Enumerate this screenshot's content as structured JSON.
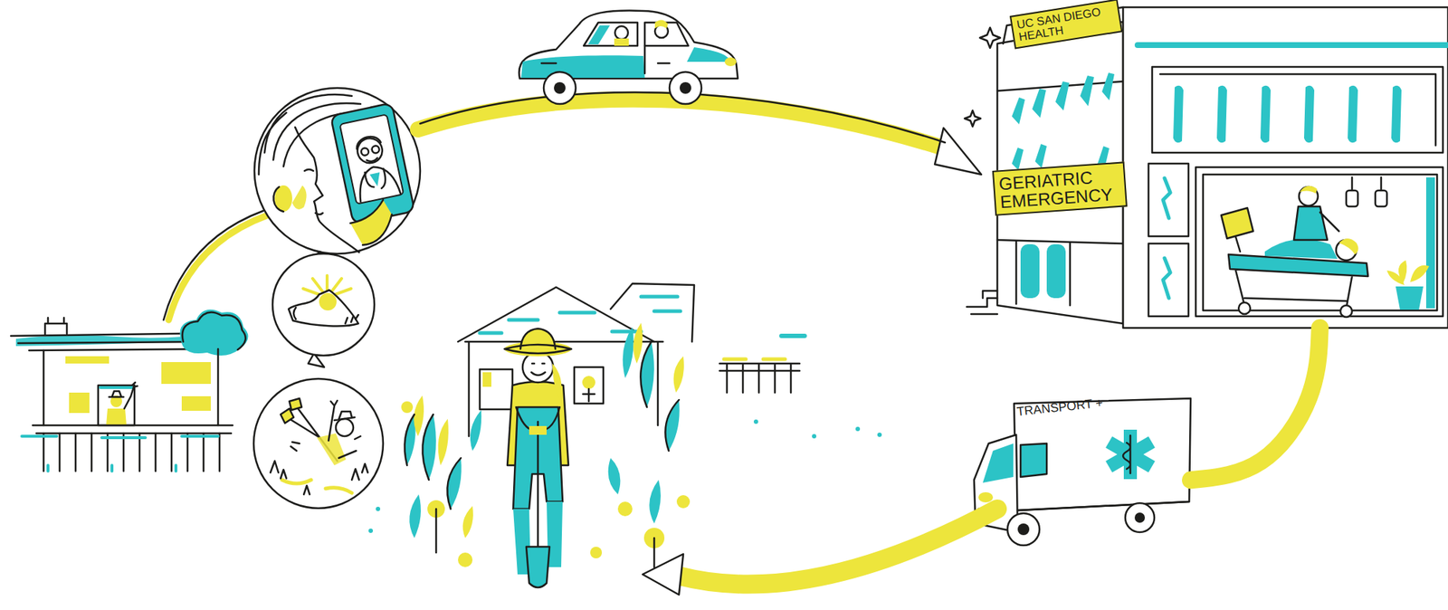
{
  "diagram": {
    "nodes": [
      {
        "text": [
          "UC SAN DIEGO HEALTH",
          "GERIATRIC EMERGENCY"
        ]
      },
      {
        "text": [
          "TRANSPORT +"
        ]
      }
    ],
    "edges": [
      {
        "from": 0,
        "to": 1,
        "arrow": "none"
      }
    ]
  }
}
